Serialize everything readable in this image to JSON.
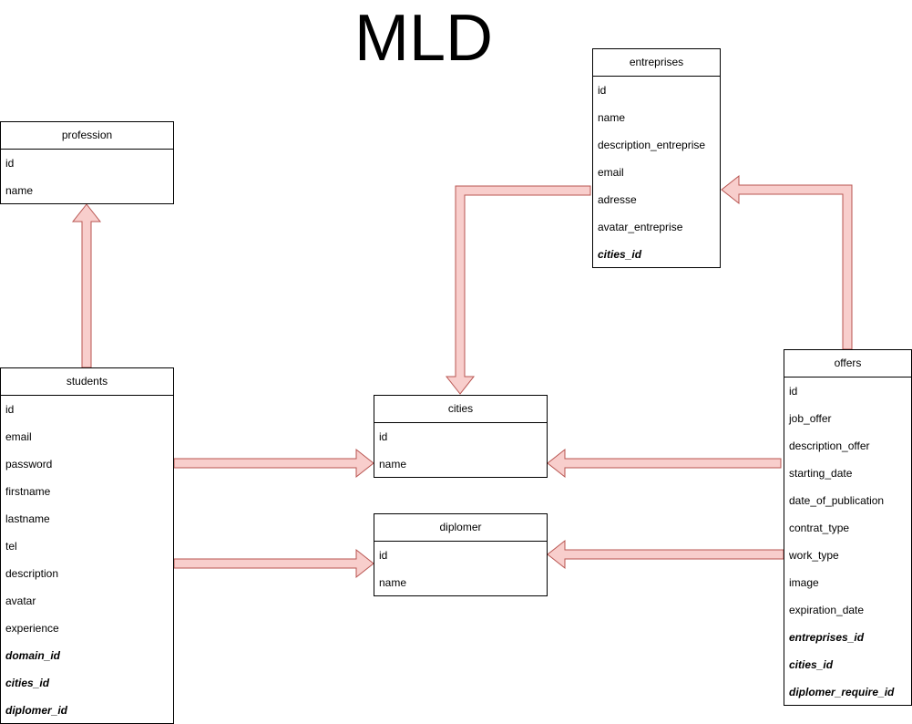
{
  "title": "MLD",
  "colors": {
    "arrow_fill": "#f8cecc",
    "arrow_stroke": "#b85450",
    "border": "#000000"
  },
  "entities": {
    "profession": {
      "name": "profession",
      "fields": [
        {
          "label": "id",
          "fk": false
        },
        {
          "label": "name",
          "fk": false
        }
      ]
    },
    "entreprises": {
      "name": "entreprises",
      "fields": [
        {
          "label": "id",
          "fk": false
        },
        {
          "label": "name",
          "fk": false
        },
        {
          "label": "description_entreprise",
          "fk": false
        },
        {
          "label": "email",
          "fk": false
        },
        {
          "label": "adresse",
          "fk": false
        },
        {
          "label": "avatar_entreprise",
          "fk": false
        },
        {
          "label": "cities_id",
          "fk": true
        }
      ]
    },
    "students": {
      "name": "students",
      "fields": [
        {
          "label": "id",
          "fk": false
        },
        {
          "label": "email",
          "fk": false
        },
        {
          "label": "password",
          "fk": false
        },
        {
          "label": "firstname",
          "fk": false
        },
        {
          "label": "lastname",
          "fk": false
        },
        {
          "label": "tel",
          "fk": false
        },
        {
          "label": "description",
          "fk": false
        },
        {
          "label": "avatar",
          "fk": false
        },
        {
          "label": "experience",
          "fk": false
        },
        {
          "label": "domain_id",
          "fk": true
        },
        {
          "label": "cities_id",
          "fk": true
        },
        {
          "label": "diplomer_id",
          "fk": true
        }
      ]
    },
    "cities": {
      "name": "cities",
      "fields": [
        {
          "label": "id",
          "fk": false
        },
        {
          "label": "name",
          "fk": false
        }
      ]
    },
    "diplomer": {
      "name": "diplomer",
      "fields": [
        {
          "label": "id",
          "fk": false
        },
        {
          "label": "name",
          "fk": false
        }
      ]
    },
    "offers": {
      "name": "offers",
      "fields": [
        {
          "label": "id",
          "fk": false
        },
        {
          "label": "job_offer",
          "fk": false
        },
        {
          "label": "description_offer",
          "fk": false
        },
        {
          "label": "starting_date",
          "fk": false
        },
        {
          "label": "date_of_publication",
          "fk": false
        },
        {
          "label": "contrat_type",
          "fk": false
        },
        {
          "label": "work_type",
          "fk": false
        },
        {
          "label": "image",
          "fk": false
        },
        {
          "label": "expiration_date",
          "fk": false
        },
        {
          "label": "entreprises_id",
          "fk": true
        },
        {
          "label": "cities_id",
          "fk": true
        },
        {
          "label": "diplomer_require_id",
          "fk": true
        }
      ]
    }
  },
  "relations": [
    {
      "from": "students",
      "to": "profession"
    },
    {
      "from": "students",
      "to": "cities"
    },
    {
      "from": "students",
      "to": "diplomer"
    },
    {
      "from": "entreprises",
      "to": "cities"
    },
    {
      "from": "offers",
      "to": "entreprises"
    },
    {
      "from": "offers",
      "to": "cities"
    },
    {
      "from": "offers",
      "to": "diplomer"
    }
  ]
}
